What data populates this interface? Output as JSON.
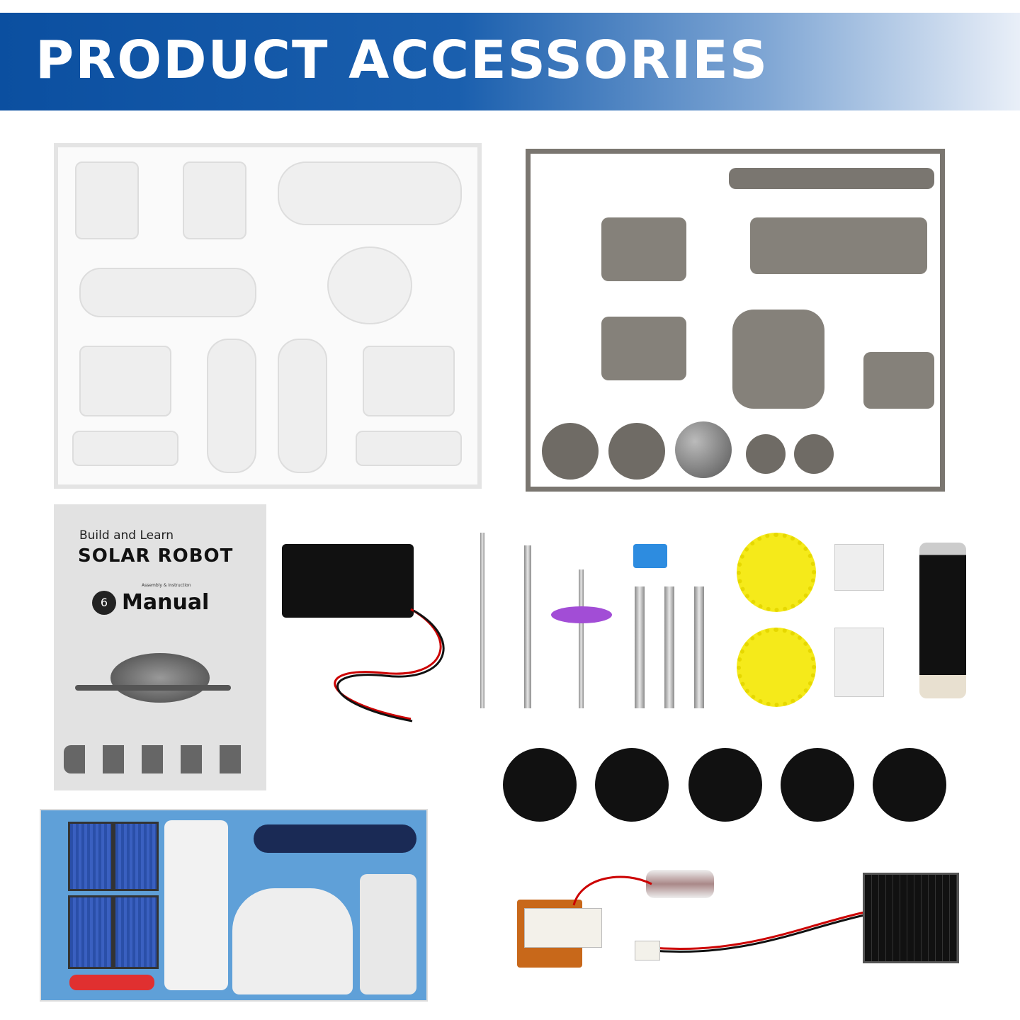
{
  "banner": {
    "title": "PRODUCT ACCESSORIES",
    "colors": [
      "#0b4fa0",
      "#e9eff8"
    ]
  },
  "manual": {
    "line1": "Build and Learn",
    "line2": "SOLAR ROBOT",
    "badge": "6",
    "subtitle": "Assembly & Instruction",
    "title": "Manual"
  }
}
